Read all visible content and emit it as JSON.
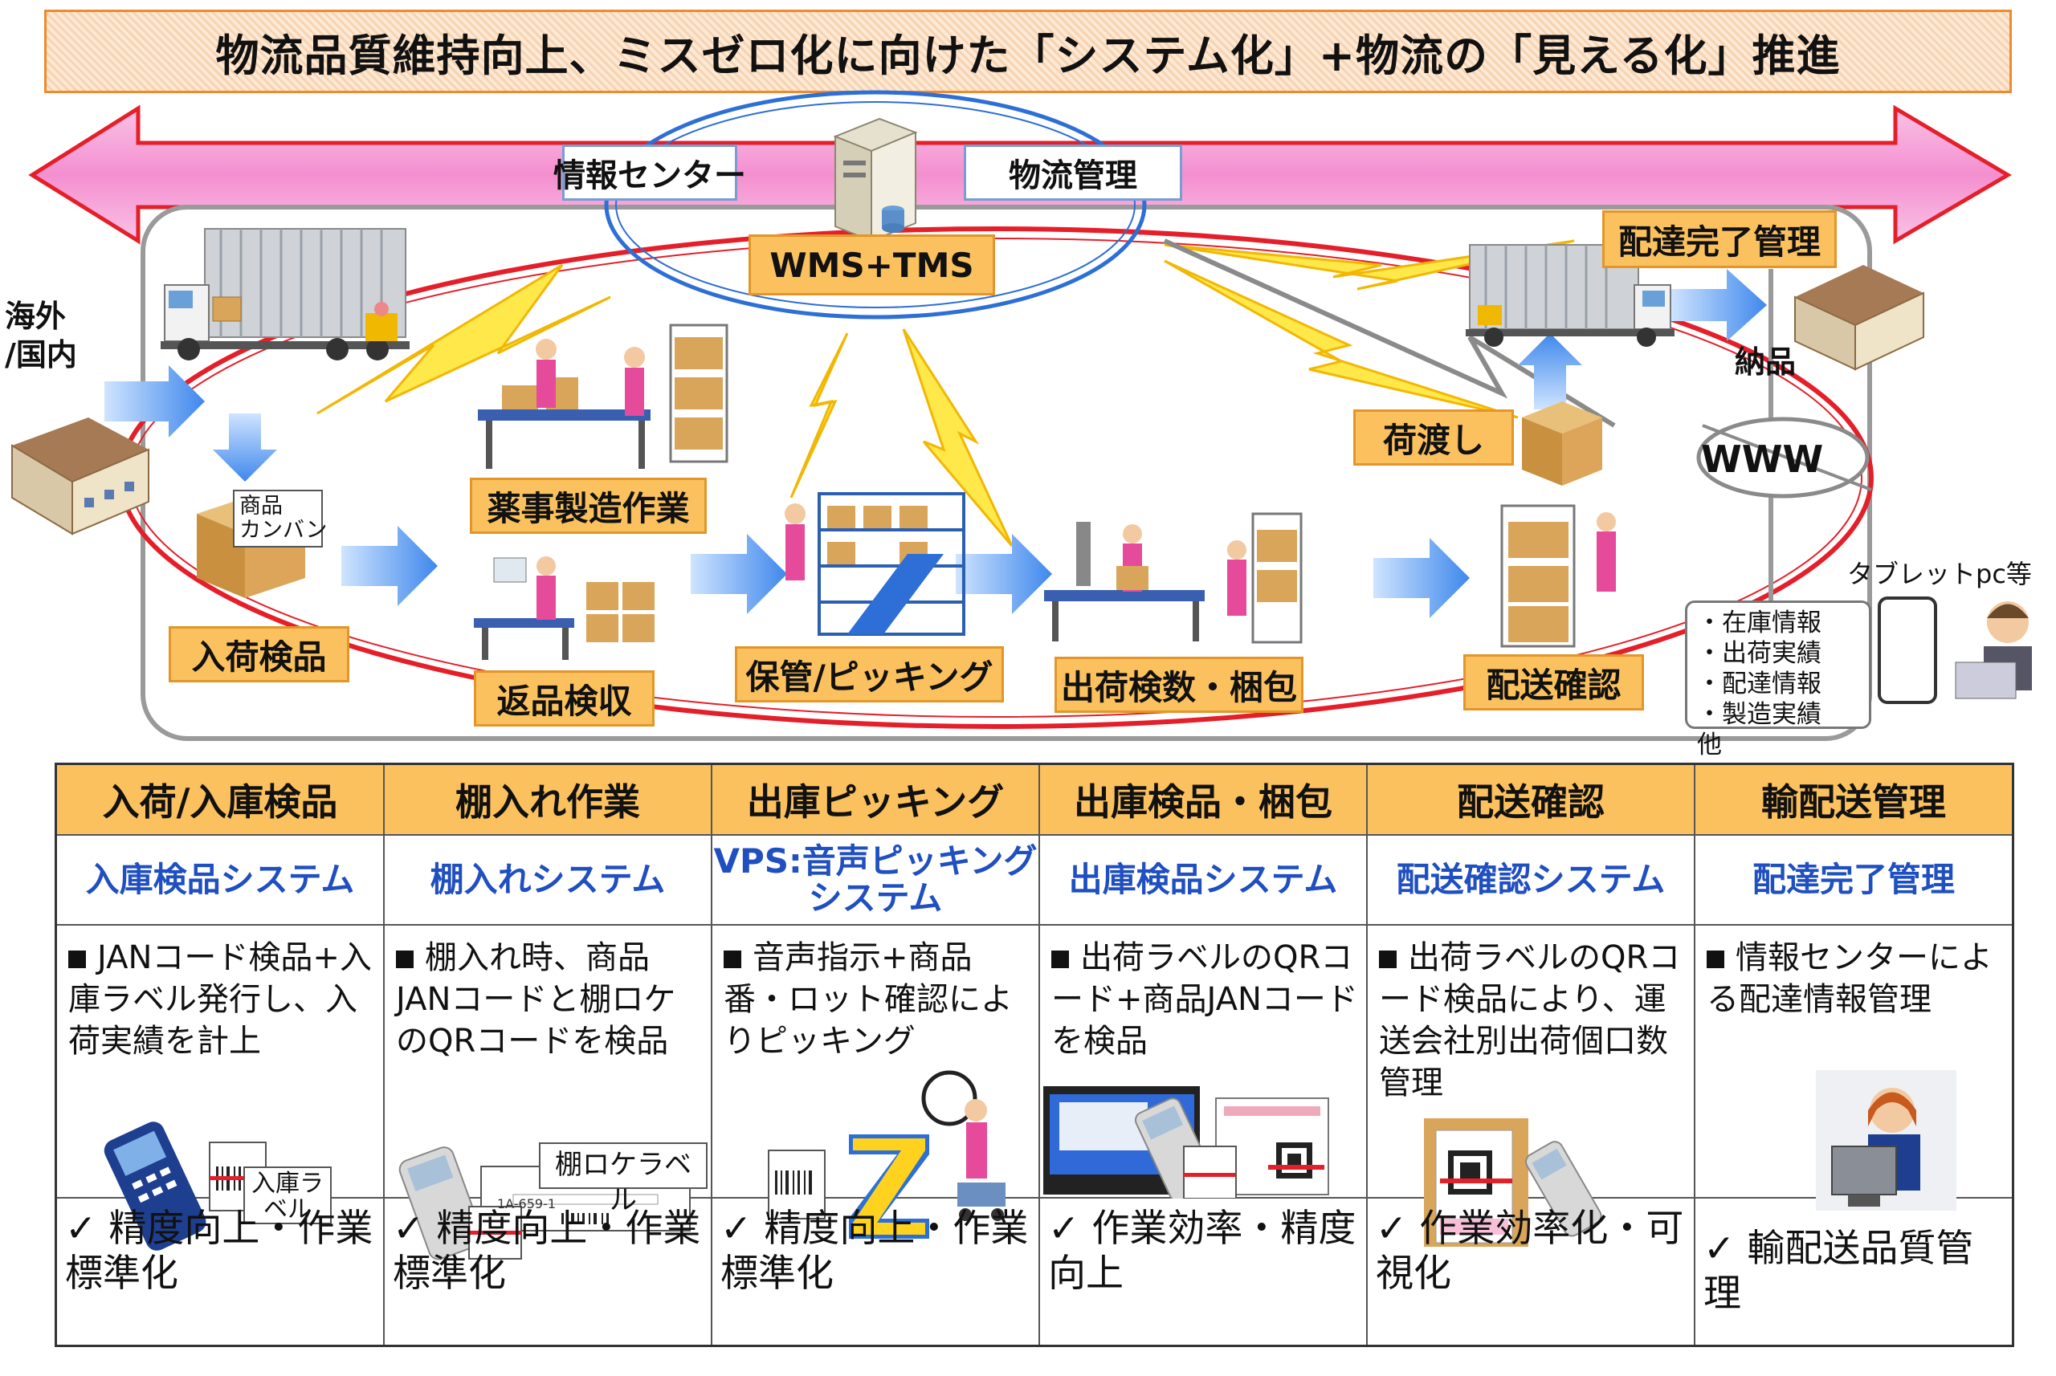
{
  "banner_title": "物流品質維持向上、ミスゼロ化に向けた「システム化」+物流の「見える化」推進",
  "diagram": {
    "info_center": "情報センター",
    "logistics_mgmt": "物流管理",
    "wms_tms": "WMS+TMS",
    "overseas": "海外\n/国内",
    "goods_kanban": "商品\nカンバン",
    "receiving_inspection": "入荷検品",
    "pharma_work": "薬事製造作業",
    "returns": "返品検収",
    "storage_picking": "保管/ピッキング",
    "shipping_packing": "出荷検数・梱包",
    "delivery_confirm": "配送確認",
    "handover": "荷渡し",
    "delivery_complete": "配達完了管理",
    "delivered": "納品",
    "www": "WWW",
    "tablet": "タブレットpc等",
    "info_list": [
      "・在庫情報",
      "・出荷実績",
      "・配達情報",
      "・製造実績　他"
    ]
  },
  "table": [
    {
      "header": "入荷/入庫検品",
      "system": "入庫検品システム",
      "description": "JANコード検品+入庫ラベル発行し、入荷実績を計上",
      "result": "✓ 精度向上・作業標準化",
      "label": "入庫ラベル"
    },
    {
      "header": "棚入れ作業",
      "system": "棚入れシステム",
      "description": "棚入れ時、商品JANコードと棚ロケのQRコードを検品",
      "result": "✓ 精度向上・作業標準化",
      "label": "棚ロケラベル",
      "code": "1A-659-1"
    },
    {
      "header": "出庫ピッキング",
      "system": "VPS:音声ピッキングシステム",
      "description": "音声指示+商品番・ロット確認によりピッキング",
      "result": "✓ 精度向上・作業標準化"
    },
    {
      "header": "出庫検品・梱包",
      "system": "出庫検品システム",
      "description": "出荷ラベルのQRコード+商品JANコードを検品",
      "result": "✓ 作業効率・精度向上"
    },
    {
      "header": "配送確認",
      "system": "配送確認システム",
      "description": "出荷ラベルのQRコード検品により、運送会社別出荷個口数管理",
      "result": "✓ 作業効率化・可視化"
    },
    {
      "header": "輸配送管理",
      "system": "配達完了管理",
      "description": "情報センターによる配達情報管理",
      "result": "✓ 輸配送品質管理"
    }
  ],
  "colors": {
    "orange_label": "#fbc15e",
    "orange_border": "#e2962a",
    "system_blue": "#1f4fc0",
    "arrow_pink": "#f7a6d8",
    "ring_red": "#e51f2a",
    "ring_blue": "#2d6fd6",
    "flow_arrow": "#5aa0f0",
    "bolt_yellow": "#ffe84a"
  }
}
